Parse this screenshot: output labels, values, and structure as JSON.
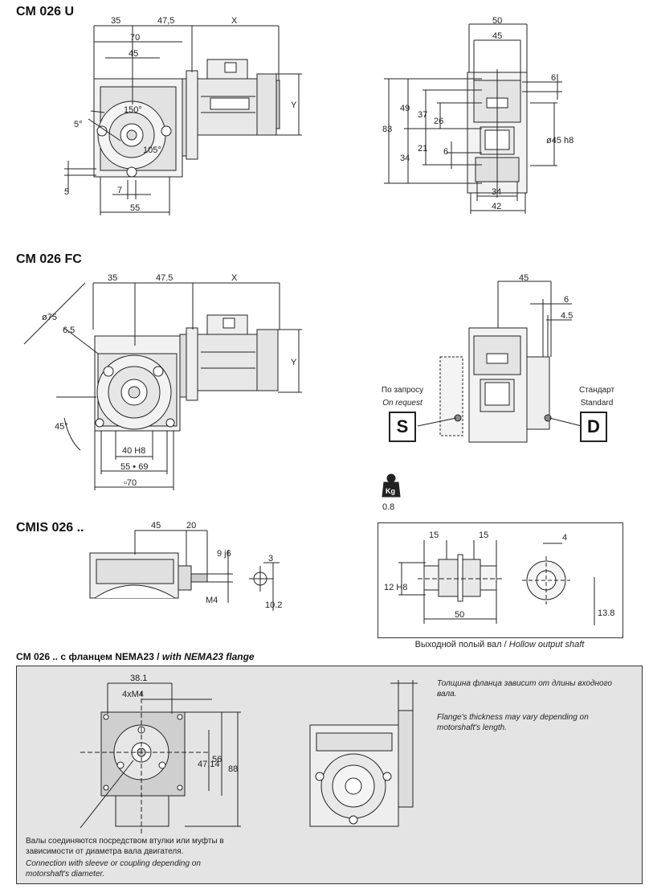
{
  "sections": {
    "cm026u": "CM 026 U",
    "cm026fc": "CM 026 FC",
    "cmis026": "CMIS 026 ..",
    "nema_title_ru": "CM 026 .. с фланцем NEMA23 / ",
    "nema_title_en": "with NEMA23 flange"
  },
  "dims_u_front": {
    "d35": "35",
    "d47_5": "47,5",
    "dX": "X",
    "d70": "70",
    "d45": "45",
    "a150": "150°",
    "a5": "5°",
    "a105": "105°",
    "dY": "Y",
    "d5": "5",
    "d7": "7",
    "d55": "55"
  },
  "dims_u_side": {
    "d50": "50",
    "d45": "45",
    "d6a": "6",
    "d83": "83",
    "d49": "49",
    "d37": "37",
    "d26": "26",
    "d21": "21",
    "d6b": "6",
    "d34v": "34",
    "dia45": "ø45 h8",
    "d34": "34",
    "d42": "42"
  },
  "dims_fc_front": {
    "d35": "35",
    "d47_5": "47.5",
    "dX": "X",
    "dia75": "ø75",
    "d6_5": "6.5",
    "dY": "Y",
    "a45": "45°",
    "d40": "40 H8",
    "d55_69": "55 • 69",
    "sq70": "▫70"
  },
  "dims_fc_side": {
    "d45": "45",
    "d6": "6",
    "d4_5": "4.5",
    "on_request_ru": "По запросу",
    "on_request_en": "On request",
    "standard_ru": "Стандарт",
    "standard_en": "Standard",
    "badge_s": "S",
    "badge_d": "D"
  },
  "weight": {
    "icon_label": "Kg",
    "value": "0.8"
  },
  "dims_cmis": {
    "d45": "45",
    "d20": "20",
    "d9j6": "9 j6",
    "dM4": "M4",
    "d3": "3",
    "d10_2": "10.2"
  },
  "hollow_shaft": {
    "d15a": "15",
    "d15b": "15",
    "d12h8": "12 H8",
    "d50": "50",
    "d4": "4",
    "d13_8": "13.8",
    "caption_ru": "Выходной полый вал",
    "caption_en": "Hollow output shaft"
  },
  "nema": {
    "d38_1": "38.1",
    "d4xM4": "4xM4",
    "d47_14": "47.14",
    "d56": "56",
    "d88": "88",
    "flange_note_ru": "Толщина фланца зависит от длины входного вала.",
    "flange_note_en": "Flange's thickness may vary depending on motorshaft's length.",
    "shaft_note_ru": "Валы соединяются посредством втулки или муфты в зависимости от диаметра вала двигателя.",
    "shaft_note_en": "Connection with sleeve or coupling depending on motorshaft's diameter."
  }
}
